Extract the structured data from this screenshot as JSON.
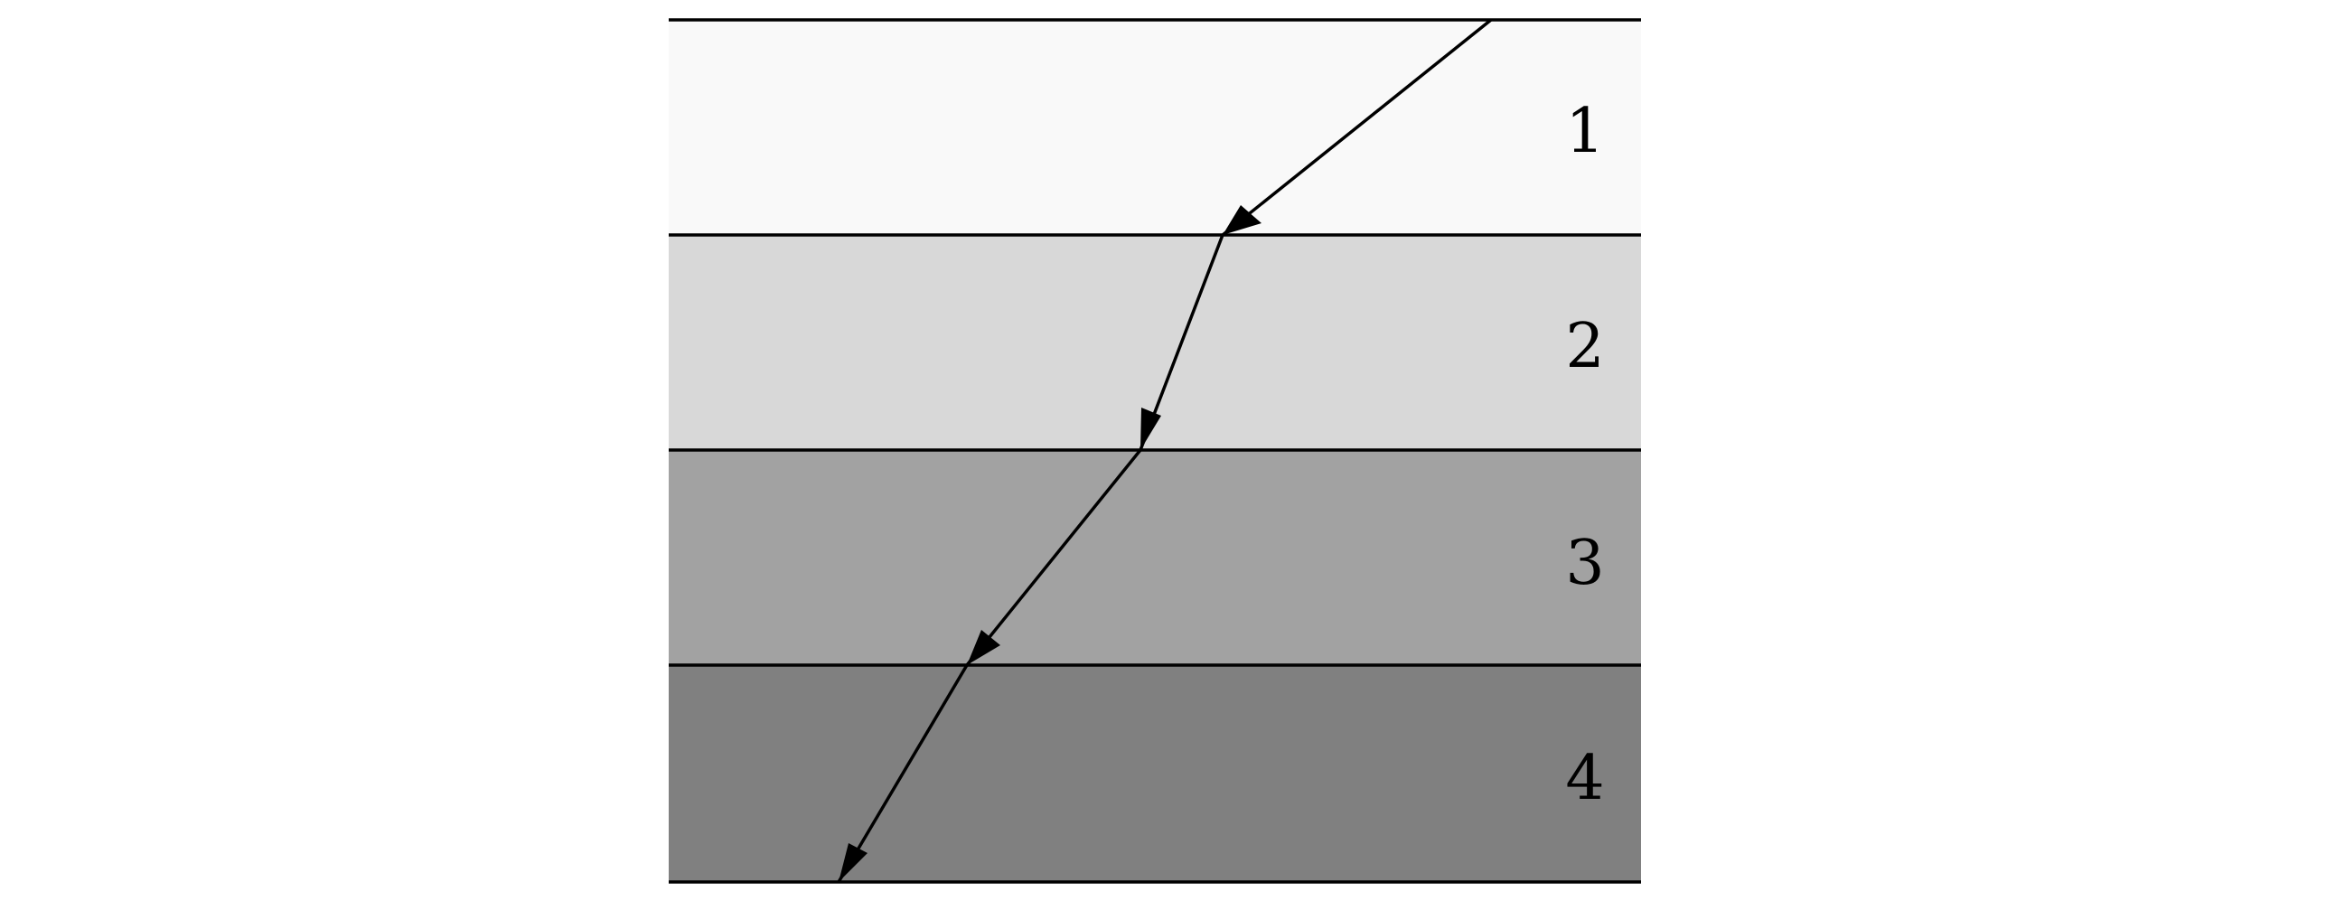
{
  "layers": [
    {
      "label": "1",
      "color": "#f9f9f9"
    },
    {
      "label": "2",
      "color": "#d8d8d8"
    },
    {
      "label": "3",
      "color": "#a2a2a2"
    },
    {
      "label": "4",
      "color": "#808080"
    }
  ],
  "colors": {
    "background": "#ffffff",
    "boundary_line": "#000000",
    "ray": "#000000"
  }
}
